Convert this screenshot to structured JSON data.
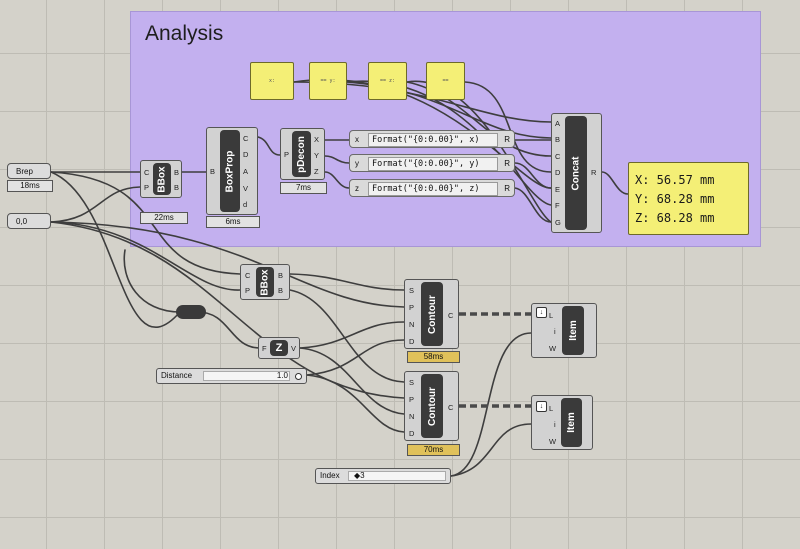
{
  "group": {
    "title": "Analysis"
  },
  "params": {
    "brep": {
      "label": "Brep",
      "timer": "18ms"
    },
    "point": {
      "label": "0,0"
    }
  },
  "panels_small": [
    {
      "text": "x:"
    },
    {
      "text": "== y:"
    },
    {
      "text": "== z:"
    },
    {
      "text": "=="
    }
  ],
  "components": {
    "bbox1": {
      "name": "BBox",
      "inputs": [
        "C",
        "P"
      ],
      "outputs": [
        "B",
        "B"
      ],
      "timer": "22ms"
    },
    "boxprop": {
      "name": "BoxProp",
      "inputs": [
        "B"
      ],
      "outputs": [
        "C",
        "D",
        "A",
        "V",
        "d"
      ],
      "timer": "6ms"
    },
    "pdecon": {
      "name": "pDecon",
      "inputs": [
        "P"
      ],
      "outputs": [
        "X",
        "Y",
        "Z"
      ],
      "timer": "7ms"
    },
    "concat": {
      "name": "Concat",
      "inputs": [
        "A",
        "B",
        "C",
        "D",
        "E",
        "F",
        "G"
      ],
      "outputs": [
        "R"
      ]
    },
    "bbox2": {
      "name": "BBox",
      "inputs": [
        "C",
        "P"
      ],
      "outputs": [
        "B",
        "B"
      ]
    },
    "z": {
      "name": "Z",
      "inputs": [
        "F"
      ],
      "outputs": [
        "V"
      ]
    },
    "contour1": {
      "name": "Contour",
      "inputs": [
        "S",
        "P",
        "N",
        "D"
      ],
      "outputs": [
        "C"
      ],
      "timer": "58ms"
    },
    "contour2": {
      "name": "Contour",
      "inputs": [
        "S",
        "P",
        "N",
        "D"
      ],
      "outputs": [
        "C"
      ],
      "timer": "70ms"
    },
    "item1": {
      "name": "Item",
      "inputs": [
        "L",
        "i",
        "W"
      ]
    },
    "item2": {
      "name": "Item",
      "inputs": [
        "L",
        "i",
        "W"
      ]
    }
  },
  "expressions": [
    {
      "input": "x",
      "code": "Format(\"{0:0.00}\", x)",
      "output": "R"
    },
    {
      "input": "y",
      "code": "Format(\"{0:0.00}\", y)",
      "output": "R"
    },
    {
      "input": "z",
      "code": "Format(\"{0:0.00}\", z)",
      "output": "R"
    }
  ],
  "output_panel": {
    "lines": [
      "X: 56.57 mm",
      "Y: 68.28 mm",
      "Z: 68.28 mm"
    ]
  },
  "sliders": {
    "distance": {
      "label": "Distance",
      "value": "1.0"
    },
    "index": {
      "label": "Index",
      "value": "◆3"
    }
  }
}
